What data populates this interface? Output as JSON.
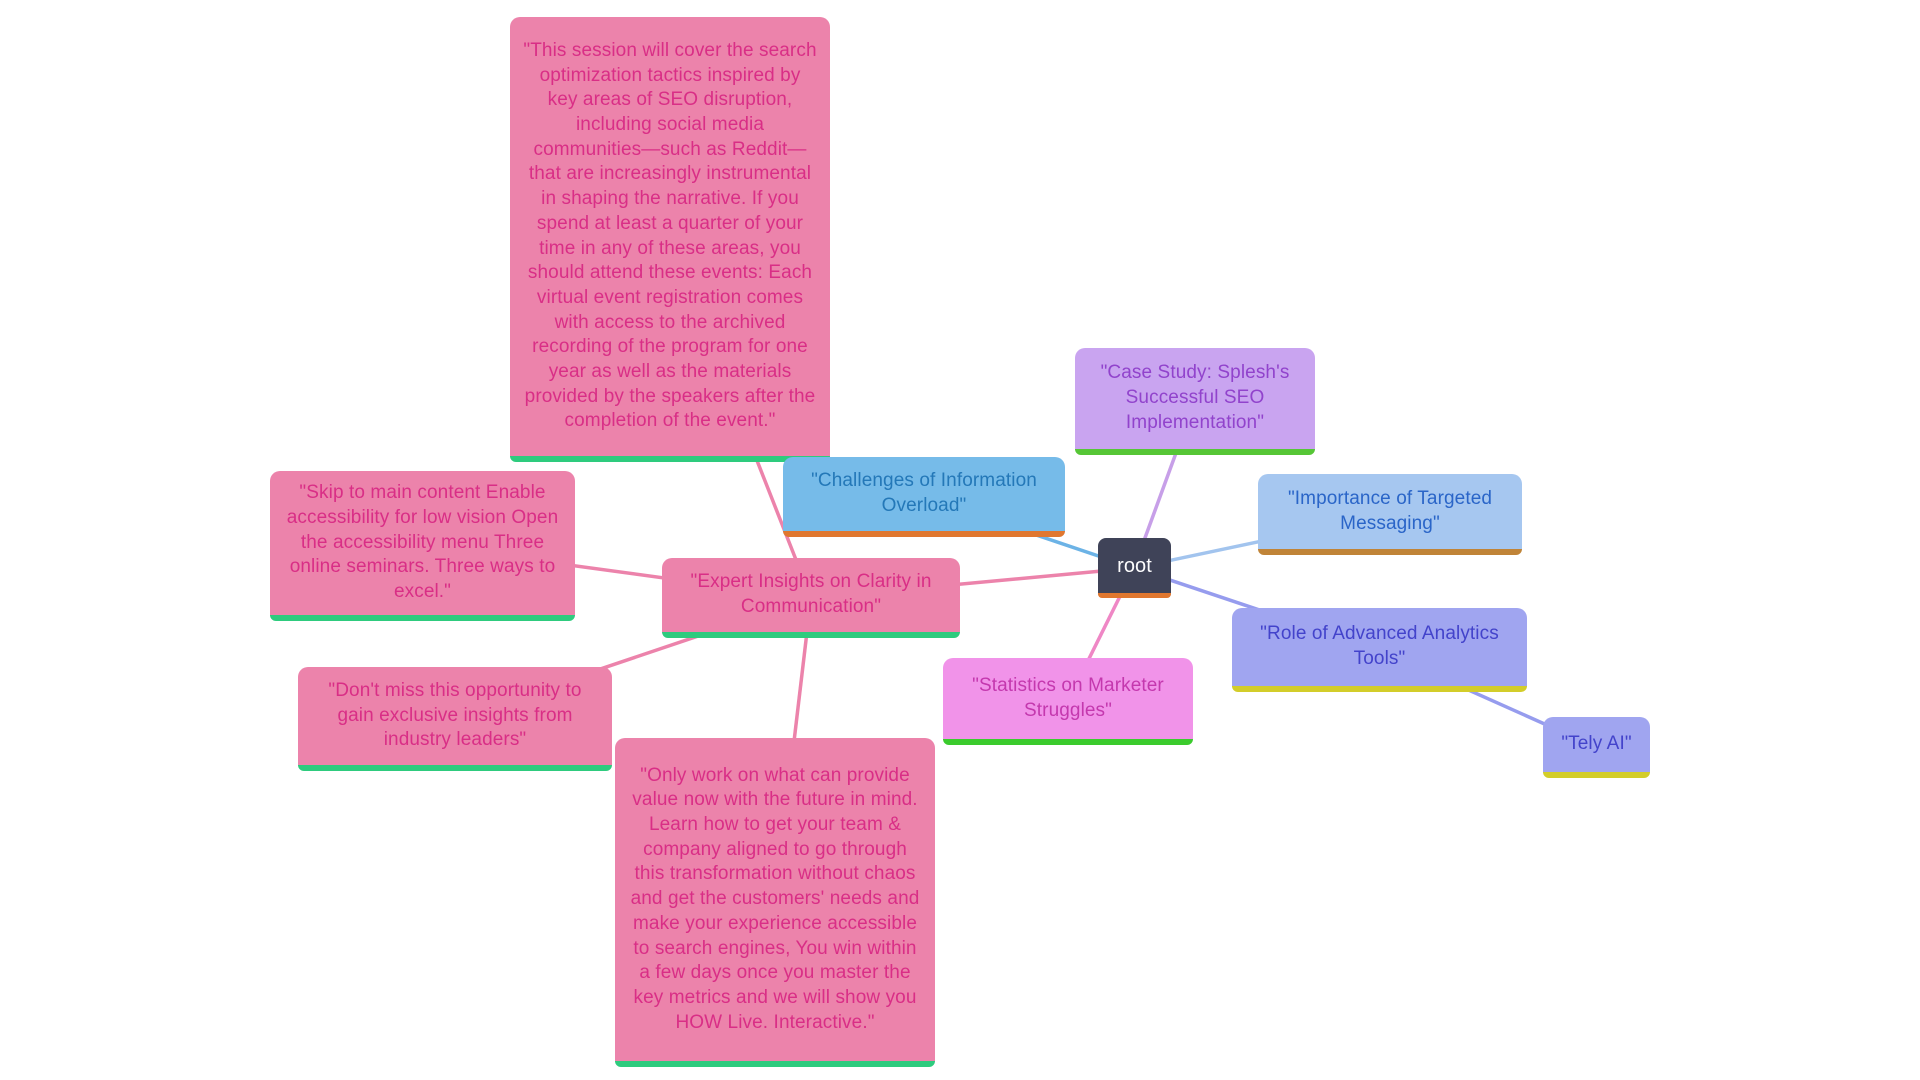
{
  "diagram": {
    "type": "mindmap",
    "background": "#ffffff"
  },
  "root": {
    "label": "root"
  },
  "nodes": {
    "session_details": {
      "label": "\"This session will cover the search optimization tactics inspired by key areas of SEO disruption, including social media communities—such as Reddit—that are increasingly instrumental in shaping the narrative. If you spend at least a quarter of your time in any of these areas, you should attend these events: Each virtual event registration comes with access to the archived recording of the program for one year as well as the materials provided by the speakers after the completion of the event.\""
    },
    "skip_content": {
      "label": "\"Skip to main content Enable accessibility for low vision Open the accessibility menu Three online seminars. Three ways to excel.\""
    },
    "challenges": {
      "label": "\"Challenges of Information Overload\""
    },
    "case_study": {
      "label": "\"Case Study: Splesh's Successful SEO Implementation\""
    },
    "importance": {
      "label": "\"Importance of Targeted Messaging\""
    },
    "expert_insights": {
      "label": "\"Expert Insights on Clarity in Communication\""
    },
    "dont_miss": {
      "label": "\"Don't miss this opportunity to gain exclusive insights from industry leaders\""
    },
    "statistics": {
      "label": "\"Statistics on Marketer Struggles\""
    },
    "analytics_tools": {
      "label": "\"Role of Advanced Analytics Tools\""
    },
    "tely_ai": {
      "label": "\"Tely AI\""
    },
    "only_work": {
      "label": "\"Only work on what can provide value now with the future in mind. Learn how to get your team & company aligned to go through this transformation without chaos and get the customers' needs and make your experience accessible to search engines, You win within a few days once you master the key metrics and we will show you HOW Live. Interactive.\""
    }
  },
  "colors": {
    "pink_node_bg": "#ec83ab",
    "pink_node_text": "#d92e86",
    "green_underline": "#2ecb7e",
    "orchid_node_bg": "#f193e9",
    "orchid_node_text": "#c438ae",
    "bright_green_underline": "#3bcb2d",
    "blue_node_bg": "#76bbe9",
    "blue_node_text": "#2478b8",
    "orange_underline": "#e0772f",
    "lightblue_node_bg": "#a6c7f0",
    "lightblue_node_text": "#2a65c8",
    "tan_underline": "#c08438",
    "purple_node_bg": "#c9a4f0",
    "purple_node_text": "#9143cc",
    "periwinkle_node_bg": "#a0a5f0",
    "periwinkle_node_text": "#4343cb",
    "yellow_underline": "#d3cd2a",
    "root_bg": "#3f4358",
    "root_text": "#fcfcfd",
    "edge_pink": "#ec83ab",
    "edge_orchid_pink": "#ef87c5",
    "edge_blue": "#6cb3e6",
    "edge_lightblue": "#a2c4ee",
    "edge_purple": "#c79fe8",
    "edge_periwinkle": "#969cee"
  }
}
